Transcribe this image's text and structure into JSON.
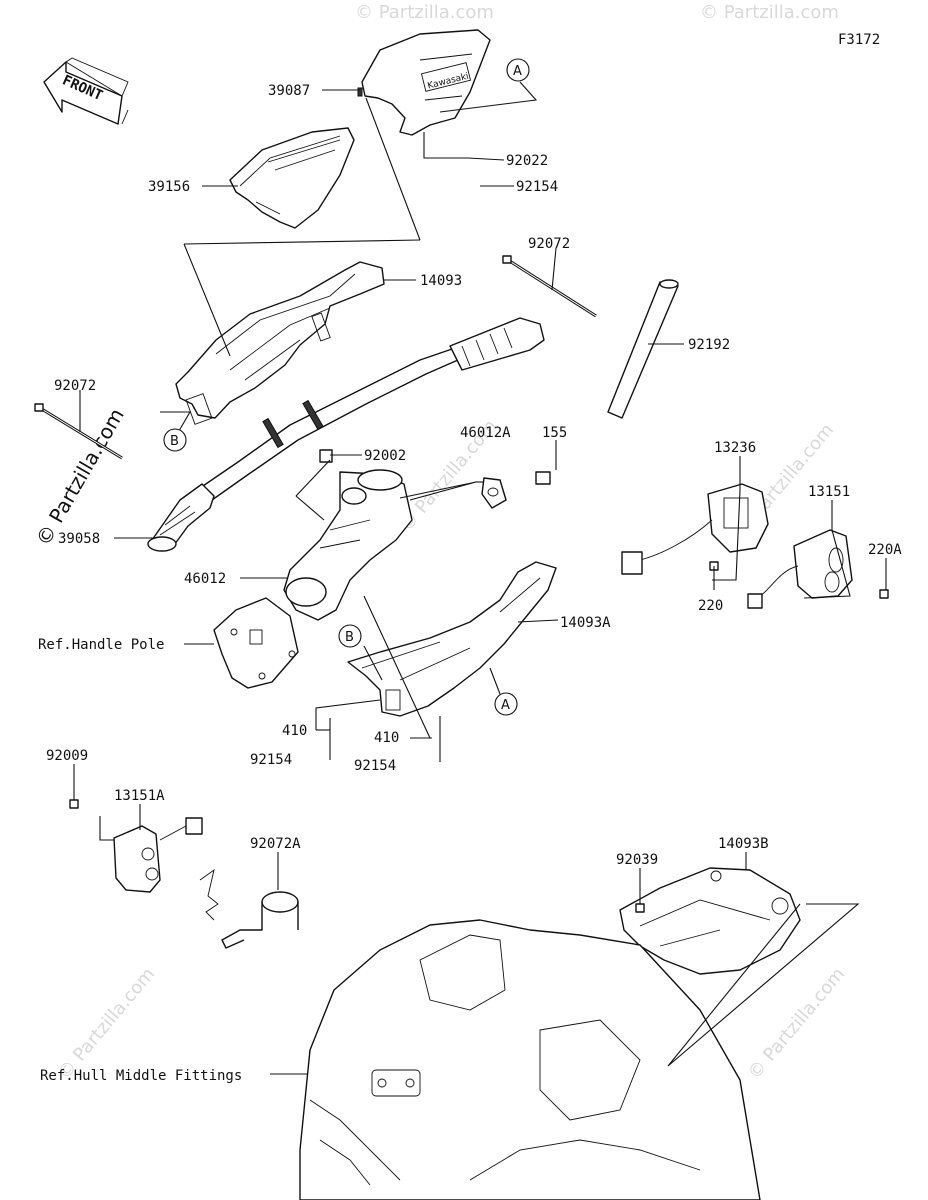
{
  "diagram_code": "F3172",
  "front_label": "FRONT",
  "copyright_mark": "© Partzilla.com",
  "watermark_text": "© Partzilla.com",
  "callouts": [
    "A",
    "B"
  ],
  "part_labels": {
    "p39087": "39087",
    "p92022": "92022",
    "p92154_top": "92154",
    "p39156": "39156",
    "p14093": "14093",
    "p92072_top": "92072",
    "p92192": "92192",
    "p92072_left": "92072",
    "p39058": "39058",
    "p92002": "92002",
    "p46012A": "46012A",
    "p155": "155",
    "p13236": "13236",
    "p13151": "13151",
    "p220A": "220A",
    "p220": "220",
    "p46012": "46012",
    "p14093A": "14093A",
    "p410_a": "410",
    "p410_b": "410",
    "p92154_a": "92154",
    "p92154_b": "92154",
    "p92009": "92009",
    "p13151A": "13151A",
    "p92072A": "92072A",
    "p92039": "92039",
    "p14093B": "14093B"
  },
  "ref_labels": {
    "handle_pole": "Ref.Handle Pole",
    "hull_middle": "Ref.Hull Middle Fittings"
  },
  "logo_text": "Kawasaki"
}
